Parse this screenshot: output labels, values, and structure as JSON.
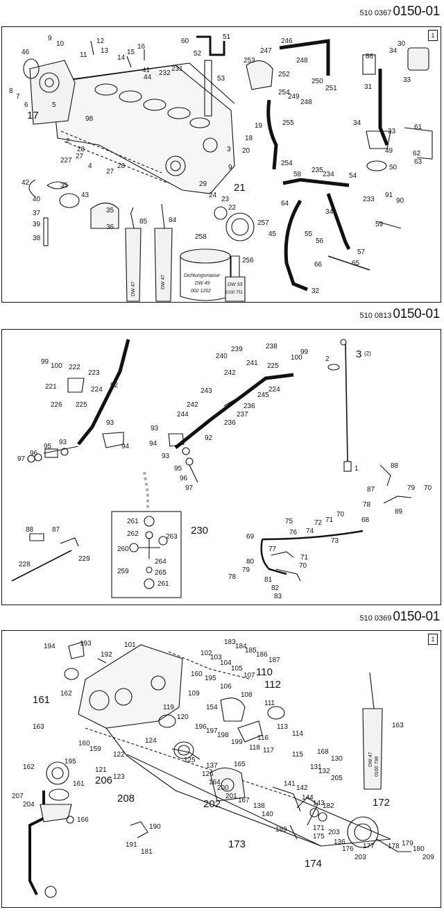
{
  "headers": [
    {
      "prefix": "510 0367",
      "code": "0150-01"
    },
    {
      "prefix": "510 0813",
      "code": "0150-01"
    },
    {
      "prefix": "510 0369",
      "code": "0150-01"
    }
  ],
  "panel_tags": [
    "1",
    "1"
  ],
  "product_labels": {
    "tube_dw47": "DW 47",
    "tube_code": "0100 798",
    "can_title": "Dichtungsmasse",
    "can_dw": "DW 49",
    "can_code": "002 1202",
    "bottle_dw": "DW 53",
    "bottle_code": "0100 751"
  },
  "callouts_panel1": [
    "46",
    "9",
    "10",
    "12",
    "13",
    "11",
    "14",
    "15",
    "16",
    "60",
    "51",
    "52",
    "246",
    "247",
    "248",
    "253",
    "30",
    "86",
    "34",
    "8",
    "7",
    "6",
    "5",
    "17",
    "41",
    "44",
    "232",
    "231",
    "53",
    "252",
    "250",
    "251",
    "249",
    "248",
    "254",
    "31",
    "33",
    "98",
    "2",
    "28",
    "27",
    "227",
    "4",
    "27",
    "28",
    "19",
    "18",
    "20",
    "3",
    "9",
    "255",
    "254",
    "34",
    "33",
    "61",
    "49",
    "62",
    "63",
    "50",
    "42",
    "35",
    "43",
    "37",
    "40",
    "39",
    "38",
    "29",
    "24",
    "23",
    "21",
    "22",
    "58",
    "235",
    "234",
    "54",
    "35",
    "36",
    "85",
    "84",
    "258",
    "256",
    "257",
    "45",
    "64",
    "233",
    "91",
    "90",
    "34",
    "59",
    "55",
    "56",
    "57",
    "65",
    "66",
    "32"
  ],
  "callouts_panel2": [
    "99",
    "100",
    "222",
    "223",
    "221",
    "224",
    "225",
    "226",
    "92",
    "240",
    "239",
    "241",
    "242",
    "243",
    "238",
    "100",
    "99",
    "225",
    "224",
    "245",
    "2",
    "3",
    "(2)",
    "93",
    "94",
    "95",
    "96",
    "97",
    "93",
    "242",
    "244",
    "236",
    "237",
    "236",
    "93",
    "92",
    "94",
    "93",
    "95",
    "96",
    "97",
    "1",
    "88",
    "87",
    "79",
    "70",
    "78",
    "89",
    "261",
    "262",
    "263",
    "230",
    "260",
    "264",
    "259",
    "265",
    "261",
    "88",
    "87",
    "229",
    "228",
    "75",
    "76",
    "72",
    "71",
    "70",
    "74",
    "73",
    "68",
    "69",
    "77",
    "71",
    "70",
    "80",
    "79",
    "81",
    "78",
    "82",
    "83"
  ],
  "callouts_panel3": [
    "194",
    "193",
    "192",
    "101",
    "183",
    "184",
    "185",
    "186",
    "187",
    "102",
    "103",
    "104",
    "105",
    "161",
    "162",
    "160",
    "195",
    "107",
    "106",
    "108",
    "110",
    "112",
    "109",
    "154",
    "111",
    "119",
    "120",
    "163",
    "163",
    "124",
    "196",
    "197",
    "198",
    "199",
    "113",
    "114",
    "160",
    "159",
    "116",
    "117",
    "118",
    "115",
    "195",
    "122",
    "121",
    "123",
    "125",
    "137",
    "126",
    "165",
    "164",
    "200",
    "201",
    "167",
    "168",
    "130",
    "131",
    "132",
    "205",
    "162",
    "161",
    "206",
    "207",
    "204",
    "208",
    "166",
    "202",
    "138",
    "140",
    "141",
    "142",
    "144",
    "143",
    "182",
    "172",
    "171",
    "203",
    "175",
    "136",
    "189",
    "190",
    "191",
    "181",
    "173",
    "174",
    "176",
    "203",
    "177",
    "178",
    "179",
    "180",
    "209"
  ]
}
